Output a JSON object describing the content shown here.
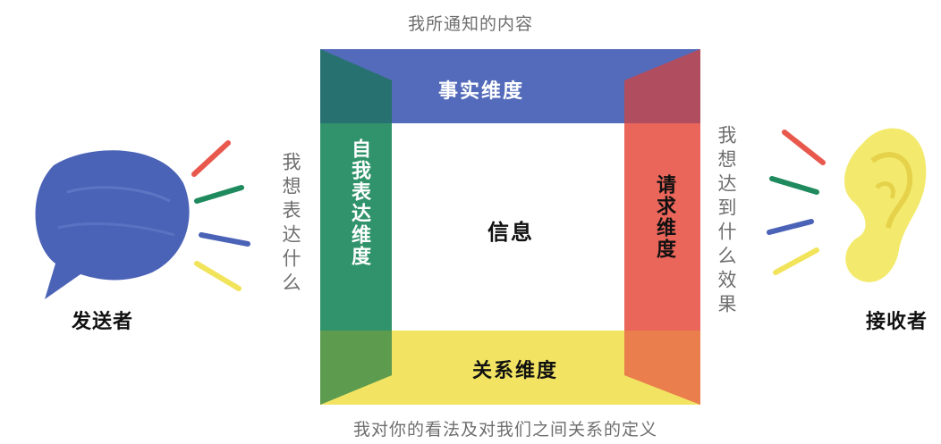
{
  "top_caption": "我所通知的内容",
  "bottom_caption": "我对你的看法及对我们之间关系的定义",
  "left_caption": "我想表达什么",
  "right_caption": "我想达到什么效果",
  "center_label": "信息",
  "sides": {
    "top": "事实维度",
    "left": "自我表达维度",
    "right": "请求维度",
    "bottom": "关系维度"
  },
  "sender": "发送者",
  "receiver": "接收者",
  "colors": {
    "blue": "#4a63b6",
    "green": "#1f8a5e",
    "red": "#e8584c",
    "yellow": "#f1e35a",
    "ear": "#f3ea6d"
  },
  "icons": [
    "speech-bubble-icon",
    "ear-icon"
  ]
}
